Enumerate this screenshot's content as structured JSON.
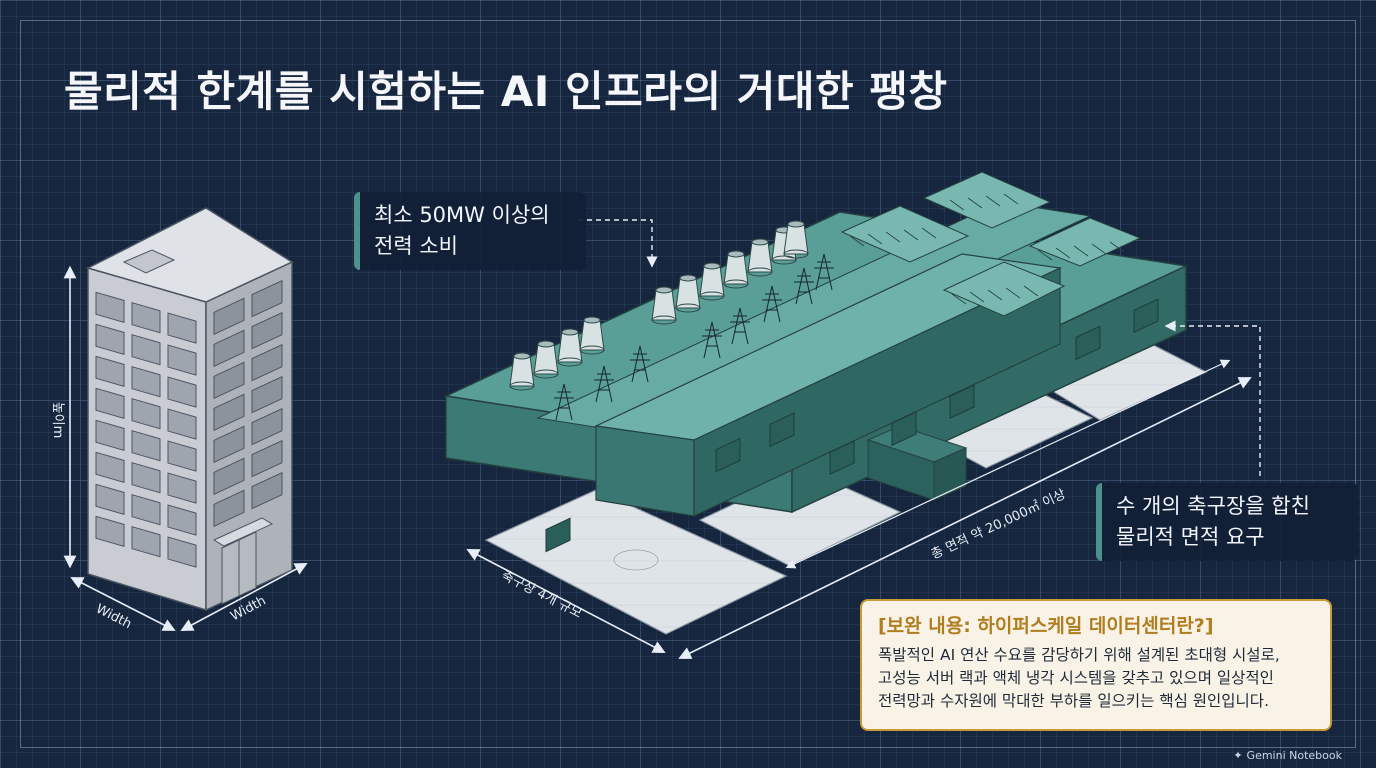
{
  "title": "물리적 한계를 시험하는 AI 인프라의 거대한 팽창",
  "building": {
    "height_label": "높이m",
    "width_label_left": "Width",
    "width_label_right": "Width"
  },
  "callouts": {
    "power": {
      "line1": "최소 50MW 이상의",
      "line2": "전력 소비"
    },
    "area": {
      "line1": "수 개의 축구장을 합친",
      "line2": "물리적 면적 요구"
    }
  },
  "dimensions": {
    "fields_scale": "축구장 4개 규모",
    "total_area": "총 면적 약 20,000㎡ 이상"
  },
  "info": {
    "title": "[보완 내용: 하이퍼스케일 데이터센터란?]",
    "lines": [
      "폭발적인 AI 연산 수요를 감당하기 위해 설계된 초대형 시설로,",
      "고성능 서버 랙과 액체 냉각 시스템을 갖추고 있으며 일상적인",
      "전력망과 수자원에 막대한 부하를 일으키는 핵심 원인입니다."
    ]
  },
  "watermark": "Gemini Notebook",
  "colors": {
    "background": "#16263f",
    "teal": "#4d918c",
    "info_border": "#c89a35",
    "info_bg": "#f8f3e6"
  }
}
